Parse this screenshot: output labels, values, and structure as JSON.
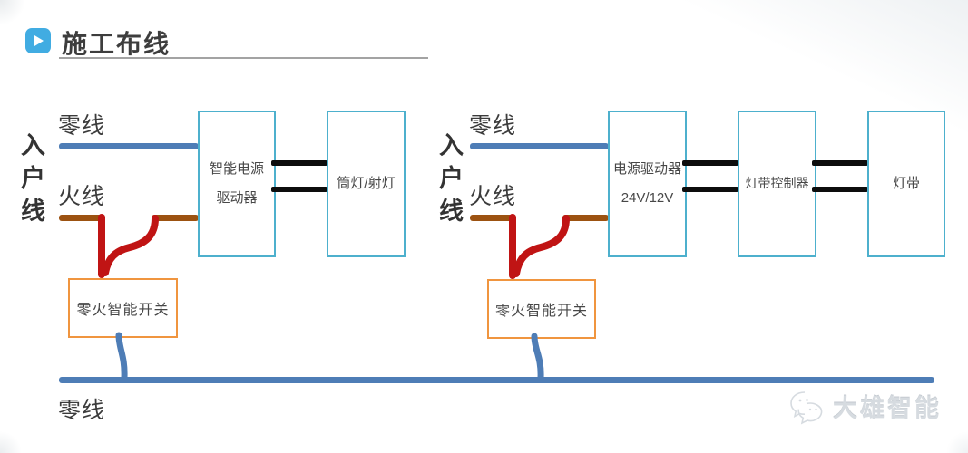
{
  "header": {
    "title": "施工布线",
    "icon": "play-icon"
  },
  "colors": {
    "accent_blue": "#41ace2",
    "neutral_blue": "#4e7db6",
    "live_brown": "#9c5211",
    "switched_red": "#c01414",
    "device_border": "#4db0cd",
    "switch_border": "#f0953f",
    "connector_black": "#0d0d0d"
  },
  "left_circuit": {
    "incoming_label": "入户线",
    "neutral_label": "零线",
    "live_label": "火线",
    "driver_line1": "智能电源",
    "driver_line2": "驱动器",
    "load_label": "筒灯/射灯",
    "switch_label": "零火智能开关"
  },
  "right_circuit": {
    "incoming_label": "入户线",
    "neutral_label": "零线",
    "live_label": "火线",
    "driver_line1": "电源驱动器",
    "driver_line2": "24V/12V",
    "controller_label": "灯带控制器",
    "load_label": "灯带",
    "switch_label": "零火智能开关"
  },
  "footer": {
    "neutral_label": "零线"
  },
  "watermark": {
    "brand": "大雄智能",
    "icon": "chat-bubbles-mascot-icon"
  }
}
